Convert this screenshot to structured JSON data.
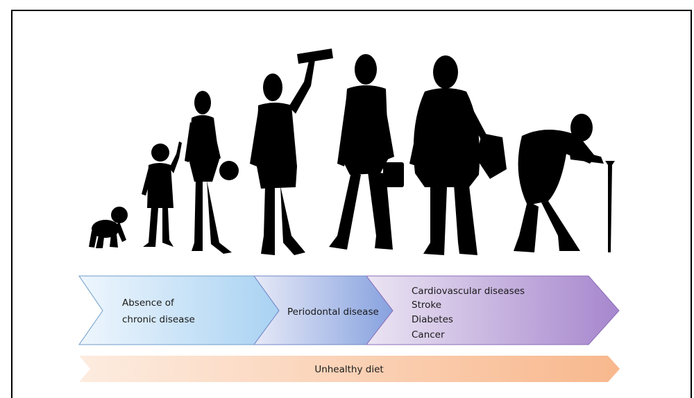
{
  "stages": [
    {
      "lines": [
        "Absence of",
        "chronic disease"
      ]
    },
    {
      "lines": [
        "Periodontal disease"
      ]
    },
    {
      "lines": [
        "Cardiovascular diseases",
        "Stroke",
        "Diabetes",
        "Cancer"
      ]
    }
  ],
  "bottom_bar": {
    "label": "Unhealthy diet"
  },
  "figures": [
    "baby-crawling",
    "toddler-waving",
    "child-with-ball",
    "teen-with-diploma",
    "adult-with-briefcase",
    "middle-aged-with-papers",
    "elderly-with-cane"
  ],
  "colors": {
    "stage1_light": "#e9f3fc",
    "stage1_dark": "#a9d3f3",
    "stage2_light": "#dfe4f5",
    "stage2_dark": "#8aa6e0",
    "stage3_light": "#e6def1",
    "stage3_dark": "#a888cf",
    "diet_light": "#fde6d6",
    "diet_dark": "#f9b98e",
    "silhouette": "#000000"
  }
}
